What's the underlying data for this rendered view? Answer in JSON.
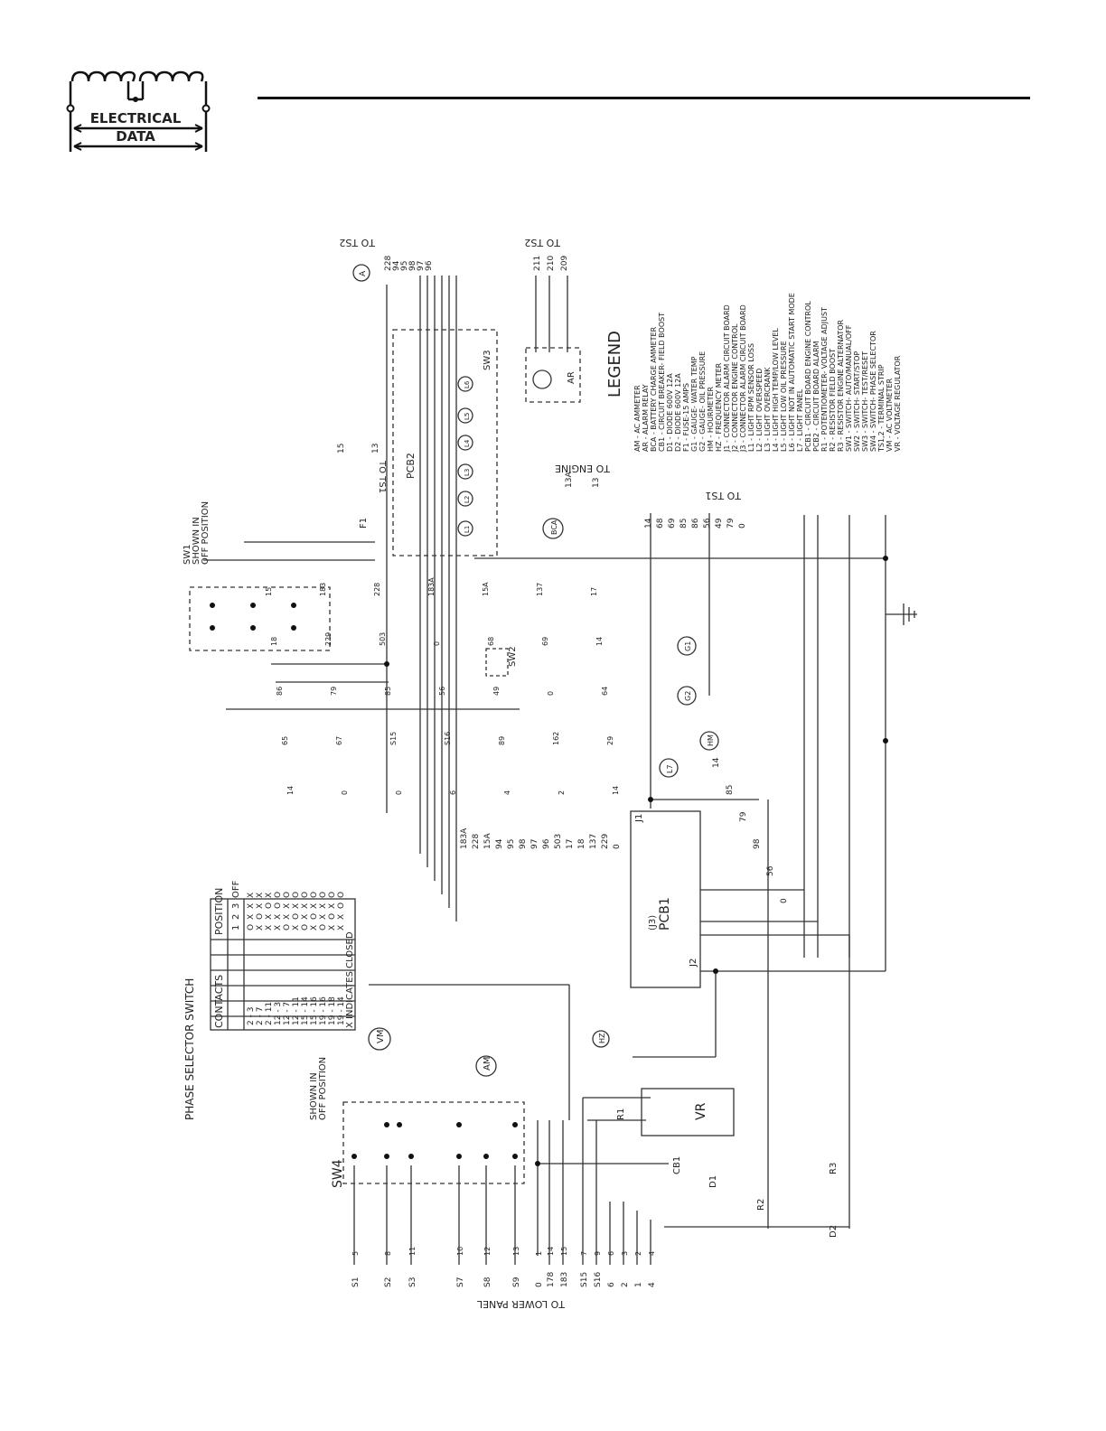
{
  "header": {
    "logo_line1": "ELECTRICAL",
    "logo_line2": "DATA"
  },
  "phase_switch": {
    "title": "PHASE SELECTOR SWITCH",
    "contacts_header": "CONTACTS",
    "position_header": "POSITION",
    "position_cols": [
      "1",
      "2",
      "3",
      "OFF"
    ],
    "rows": [
      {
        "contacts": "2 - 3",
        "values": [
          "O",
          "X",
          "X",
          "X"
        ]
      },
      {
        "contacts": "2 - 7",
        "values": [
          "X",
          "O",
          "X",
          "X"
        ]
      },
      {
        "contacts": "2 - 11",
        "values": [
          "X",
          "X",
          "O",
          "X"
        ]
      },
      {
        "contacts": "12 - 3",
        "values": [
          "X",
          "X",
          "O",
          "O"
        ]
      },
      {
        "contacts": "12 - 7",
        "values": [
          "O",
          "X",
          "X",
          "O"
        ]
      },
      {
        "contacts": "12 - 11",
        "values": [
          "X",
          "O",
          "X",
          "O"
        ]
      },
      {
        "contacts": "15 - 14",
        "values": [
          "O",
          "X",
          "X",
          "O"
        ]
      },
      {
        "contacts": "15 - 16",
        "values": [
          "X",
          "O",
          "X",
          "O"
        ]
      },
      {
        "contacts": "19 - 16",
        "values": [
          "O",
          "X",
          "X",
          "O"
        ]
      },
      {
        "contacts": "19 - 18",
        "values": [
          "X",
          "O",
          "X",
          "O"
        ]
      },
      {
        "contacts": "19 - 14",
        "values": [
          "X",
          "X",
          "O",
          "O"
        ]
      }
    ],
    "footnote": "X INDICATES CLOSED"
  },
  "legend": {
    "title": "LEGEND",
    "items": [
      "AM  -  AC AMMETER",
      "AR  -  ALARM RELAY",
      "BCA  -  BATTERY CHARGE AMMETER",
      "CB1  -  CIRCUIT BREAKER- FIELD BOOST",
      "D1  -  DIODE 600V 12A",
      "D2  -  DIODE 600V 12A",
      "F1  -  FUSE-15 AMPS",
      "G1  -  GAUGE- WATER TEMP",
      "G2  -  GAUGE- OIL PRESSURE",
      "HM  -  HOURMETER",
      "HZ  -  FREQUENCY METER",
      "J1  -  CONNECTOR ALARM CIRCUIT BOARD",
      "J2  -  CONNECTOR ENGINE CONTROL",
      "J3  -  CONNECTOR ALARM CIRCUIT BOARD",
      "L1  -  LIGHT RPM SENSOR LOSS",
      "L2  -  LIGHT OVERSPEED",
      "L3  -  LIGHT OVERCRANK",
      "L4  -  LIGHT HIGH TEMP/LOW LEVEL",
      "L5  -  LIGHT LOW OIL PRESSURE",
      "L6  -  LIGHT NOT IN AUTOMATIC START MODE",
      "L7  -  LIGHT PANEL",
      "PCB1  -  CIRCUIT BOARD ENGINE CONTROL",
      "PCB2  -  CIRCUIT BOARD ALARM",
      "R1  -  POTENTIOMETER- VOLTAGE ADJUST",
      "R2  -  RESISTOR FIELD BOOST",
      "R3  -  RESISTOR ENGINE ALTERNATOR",
      "SW1  -  SWITCH- AUTO/MANUAL/OFF",
      "SW2  -  SWITCH- START/STOP",
      "SW3  -  SWITCH- TEST/RESET",
      "SW4  -  SWITCH- PHASE SELECTOR",
      "TS1,2  -  TERMINAL STRIP",
      "VM  -  AC VOLTMETER",
      "VR  -  VOLTAGE REGULATOR"
    ]
  },
  "components": {
    "sw1": "SW1",
    "sw1_note1": "SHOWN IN",
    "sw1_note2": "OFF POSITION",
    "sw4": "SW4",
    "sw4_note1": "SHOWN IN",
    "sw4_note2": "OFF POSITION",
    "pcb1": "PCB1",
    "pcb1_j3": "(J3)",
    "pcb1_j2": "J2",
    "pcb1_j1": "J1",
    "pcb2": "PCB2",
    "vr": "VR",
    "ar": "AR",
    "sw2": "SW2",
    "sw3": "SW3",
    "vm": "VM",
    "am": "AM",
    "hz": "HZ",
    "bca": "BCA",
    "g1": "G1",
    "g2": "G2",
    "hm": "HM",
    "l7": "L7",
    "f1": "F1",
    "r1": "R1",
    "r2": "R2",
    "r3": "R3",
    "d1": "D1",
    "d2": "D2",
    "cb1": "CB1",
    "marker_a": "A",
    "lights": [
      "L6",
      "L5",
      "L4",
      "L3",
      "L2",
      "L1"
    ]
  },
  "destinations": {
    "to_ts1_top": "TO TS1",
    "to_ts2_main": "TO TS2",
    "to_ts2_ar": "TO TS2",
    "to_engine": "TO ENGINE",
    "to_ts1_right": "TO TS1",
    "to_lower_panel": "TO LOWER PANEL"
  },
  "wires": {
    "ts2_main": [
      "228",
      "94",
      "95",
      "98",
      "97",
      "96"
    ],
    "ts2_ar": [
      "211",
      "210",
      "209"
    ],
    "ts1_top": [
      "15",
      "13"
    ],
    "engine": [
      "13A",
      "13"
    ],
    "ts1_right": [
      "14",
      "68",
      "69",
      "85",
      "86",
      "56",
      "49",
      "79",
      "0"
    ],
    "lower_panel": [
      "S1",
      "S2",
      "S3",
      "S7",
      "S8",
      "S9",
      "0",
      "178",
      "183",
      "S15",
      "S16",
      "6",
      "2",
      "1",
      "4"
    ],
    "lower_panel_nums": [
      "5",
      "8",
      "11",
      "10",
      "12",
      "13",
      "1",
      "14",
      "15",
      "7",
      "9",
      "6",
      "3",
      "2",
      "4"
    ],
    "pcb1_left": [
      "0",
      "229",
      "137",
      "18",
      "17",
      "503",
      "96",
      "97",
      "98",
      "95",
      "94",
      "15A",
      "228",
      "183A"
    ],
    "pcb1_right": [
      "14",
      "85",
      "79",
      "98",
      "56",
      "0"
    ],
    "misc": [
      "15",
      "183",
      "228",
      "183A",
      "15A",
      "137",
      "17",
      "18",
      "229",
      "503",
      "0",
      "68",
      "69",
      "14",
      "86",
      "79",
      "85",
      "56",
      "49",
      "0",
      "64",
      "65",
      "67",
      "S15",
      "S16",
      "89",
      "162",
      "29",
      "14",
      "0",
      "0",
      "6",
      "4",
      "2",
      "14"
    ]
  }
}
